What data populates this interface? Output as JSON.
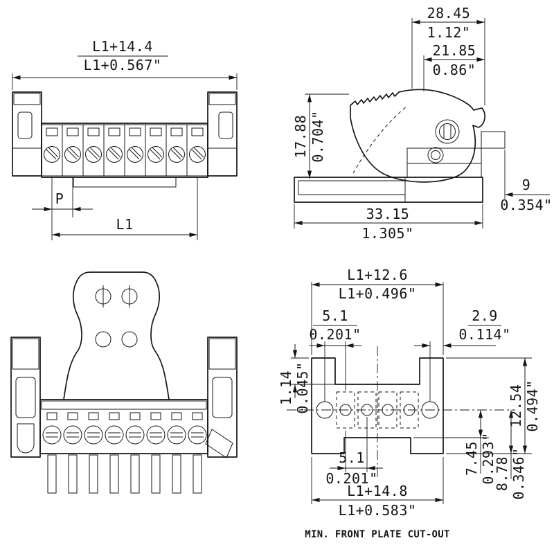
{
  "drawing": {
    "front_view": {
      "overall_width_mm": "L1+14.4",
      "overall_width_in": "L1+0.567\"",
      "pitch": "P",
      "pole_span": "L1"
    },
    "side_view": {
      "lever_full_mm": "28.45",
      "lever_full_in": "1.12\"",
      "lever_mm": "21.85",
      "lever_in": "0.86\"",
      "height_mm": "17.88",
      "height_in": "0.704\"",
      "depth_mm": "33.15",
      "depth_in": "1.305\"",
      "tail_mm": "9",
      "tail_in": "0.354\""
    },
    "cutout_view": {
      "caption": "MIN. FRONT PLATE CUT-OUT",
      "width_mm": "L1+12.6",
      "width_in": "L1+0.496\"",
      "hole_offset_mm": "5.1",
      "hole_offset_in": "0.201\"",
      "edge_offset_mm": "2.9",
      "edge_offset_in": "0.114\"",
      "tab_mm": "1.14",
      "tab_in": "0.045\"",
      "height_mm": "12.54",
      "height_in": "0.494\"",
      "hole_pitch_mm": "5.1",
      "hole_pitch_in": "0.201\"",
      "step_mm": "7.45",
      "step_in": "0.293\"",
      "depth_mm": "8.78",
      "depth_in": "0.346\"",
      "outer_width_mm": "L1+14.8",
      "outer_width_in": "L1+0.583\""
    }
  }
}
